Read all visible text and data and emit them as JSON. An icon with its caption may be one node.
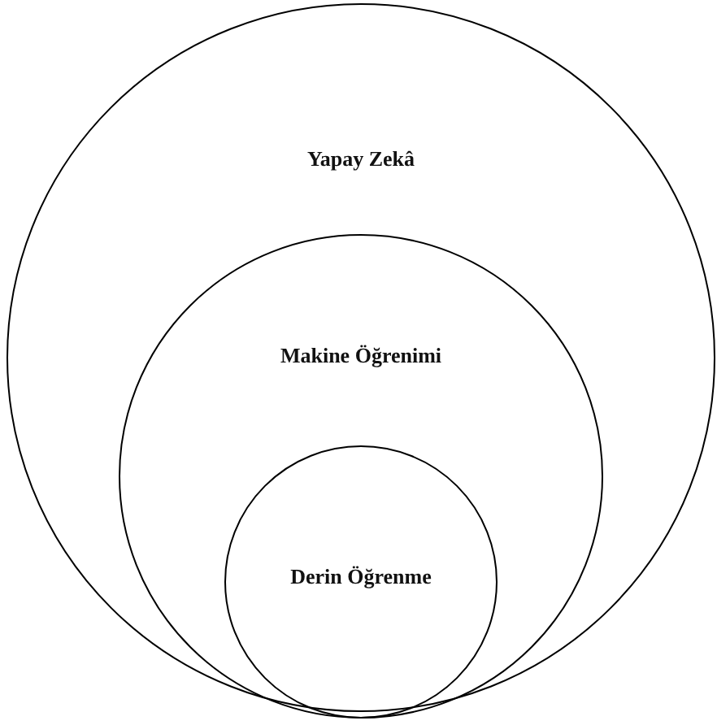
{
  "diagram": {
    "nodes": [
      {
        "text": [
          "Yapay Zekâ"
        ]
      },
      {
        "text": [
          "Makine Öğrenimi"
        ],
        "in": 0
      },
      {
        "text": [
          "Derin Öğrenme"
        ],
        "in": 1
      }
    ]
  }
}
